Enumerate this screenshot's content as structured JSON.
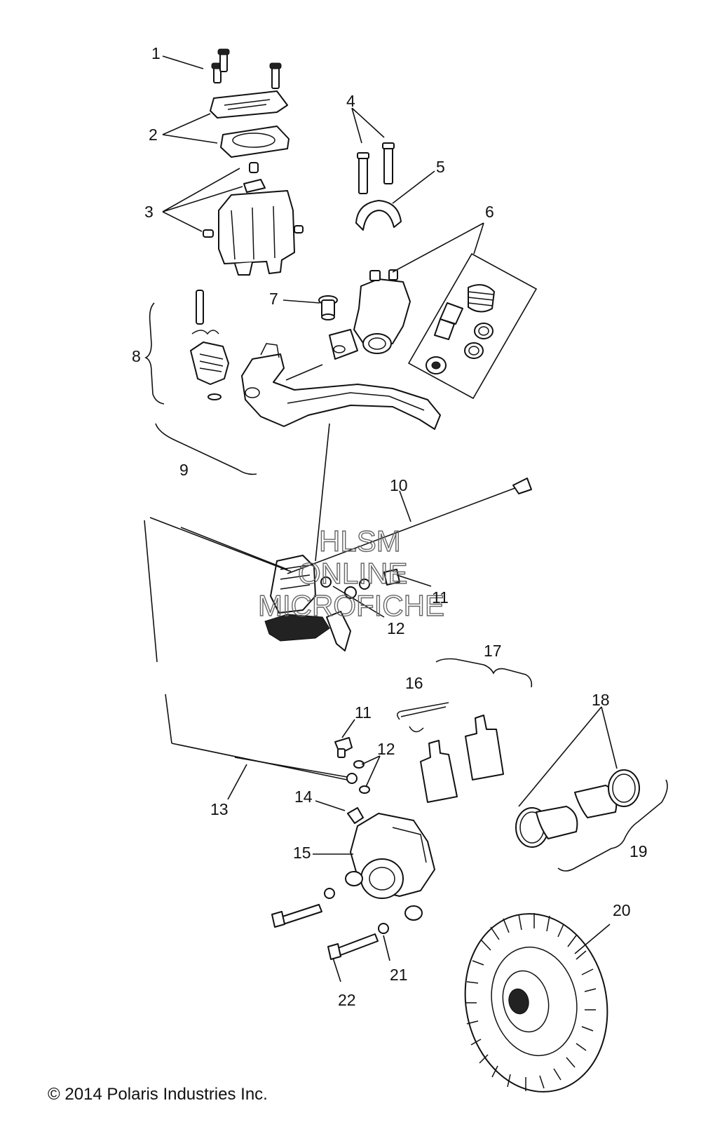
{
  "callouts": [
    "1",
    "2",
    "3",
    "4",
    "5",
    "6",
    "7",
    "8",
    "9",
    "10",
    "11",
    "12",
    "11",
    "12",
    "13",
    "14",
    "15",
    "16",
    "17",
    "18",
    "19",
    "20",
    "21",
    "22"
  ],
  "watermark": [
    "HLSM",
    "ONLINE",
    "MICROFICHE"
  ],
  "copyright": "© 2014 Polaris Industries Inc."
}
